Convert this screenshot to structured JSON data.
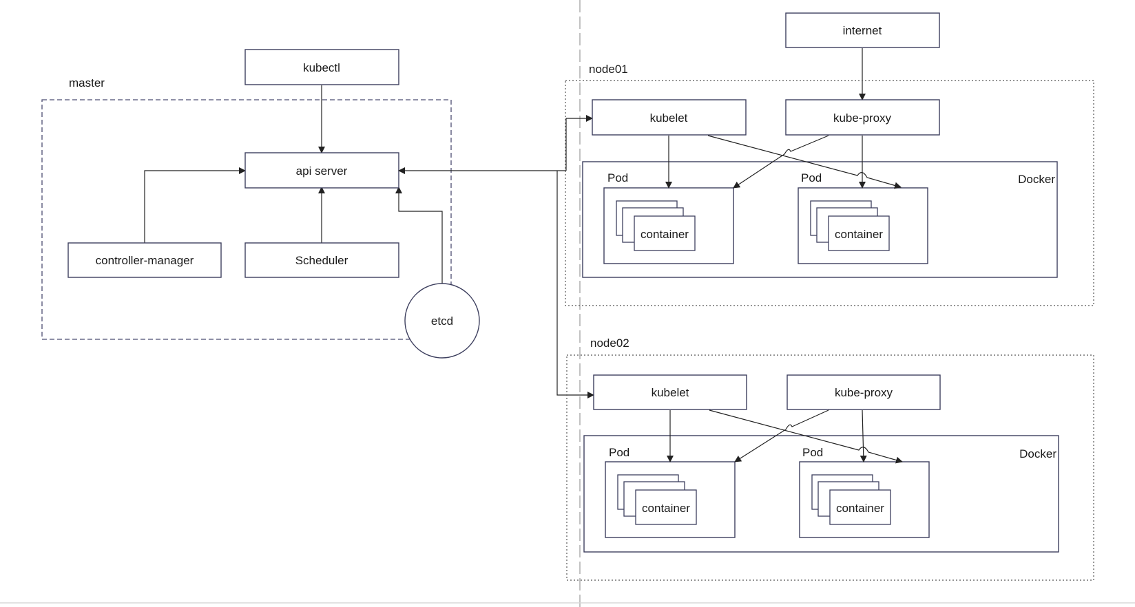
{
  "master": {
    "title": "master",
    "kubectl": "kubectl",
    "api_server": "api server",
    "controller_manager": "controller-manager",
    "scheduler": "Scheduler",
    "etcd": "etcd"
  },
  "internet": "internet",
  "node01": {
    "title": "node01",
    "kubelet": "kubelet",
    "kube_proxy": "kube-proxy",
    "docker": "Docker",
    "pods": [
      {
        "label": "Pod",
        "container": "container"
      },
      {
        "label": "Pod",
        "container": "container"
      }
    ]
  },
  "node02": {
    "title": "node02",
    "kubelet": "kubelet",
    "kube_proxy": "kube-proxy",
    "docker": "Docker",
    "pods": [
      {
        "label": "Pod",
        "container": "container"
      },
      {
        "label": "Pod",
        "container": "container"
      }
    ]
  },
  "colors": {
    "box_stroke": "#3d3f5e",
    "edge": "#222222"
  }
}
